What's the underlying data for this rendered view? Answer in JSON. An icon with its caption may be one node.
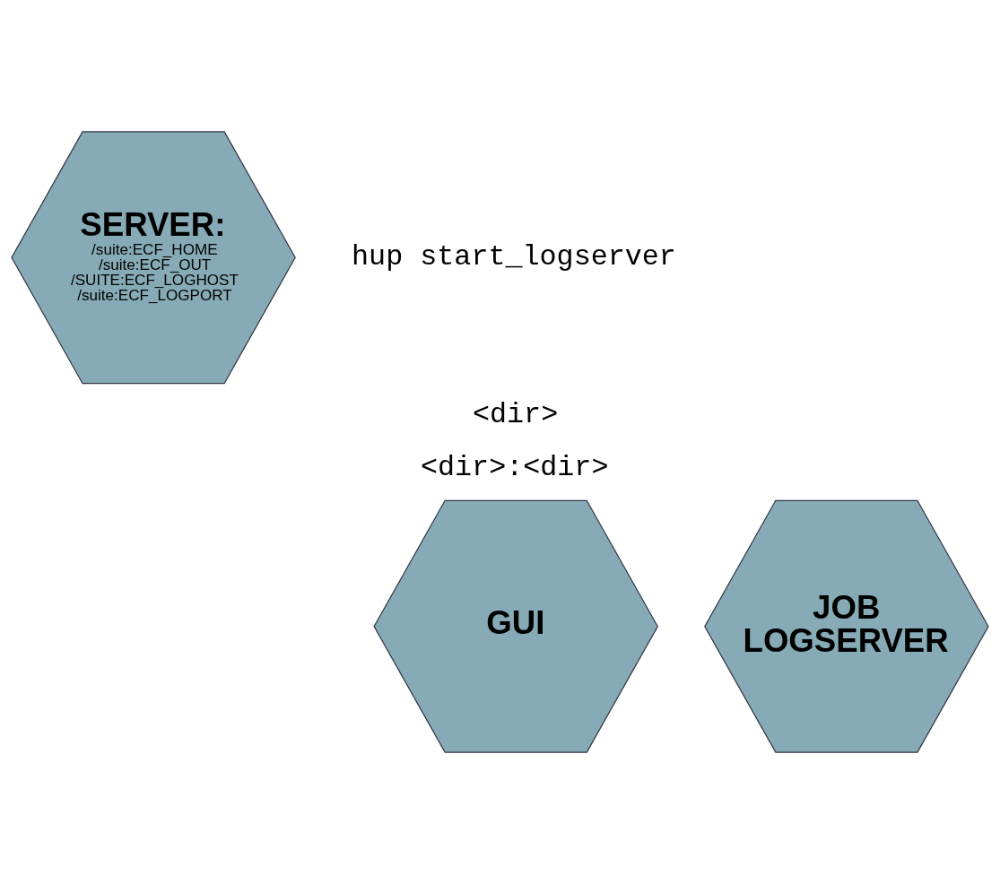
{
  "diagram": {
    "nodes": [
      {
        "text": [
          "SERVER:",
          "/suite:ECF_HOME /suite:ECF_OUT /SUITE:ECF_LOGHOST /suite:ECF_LOGPORT"
        ]
      },
      {
        "text": [
          "GUI"
        ]
      },
      {
        "text": [
          "JOB LOGSERVER"
        ]
      }
    ],
    "edges": [],
    "labels": [
      "hup start_logserver",
      "<dir>",
      "<dir>:<dir>"
    ]
  }
}
